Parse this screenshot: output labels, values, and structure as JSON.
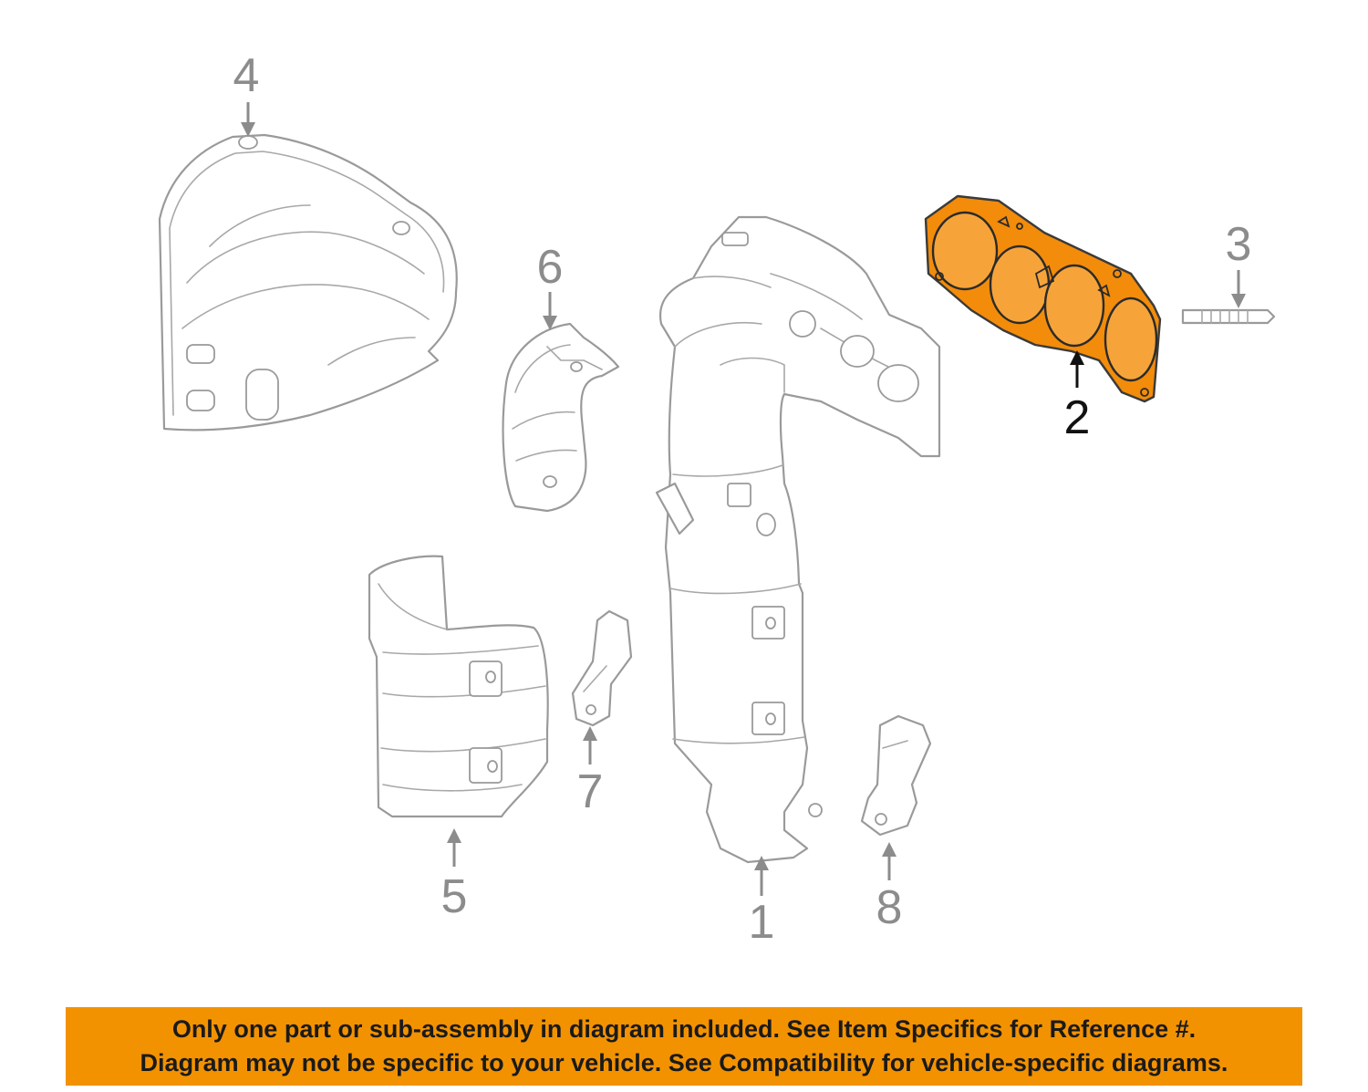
{
  "callouts": [
    {
      "id": "1",
      "label": "1",
      "part": "catalytic-converter-manifold",
      "highlighted": false
    },
    {
      "id": "2",
      "label": "2",
      "part": "exhaust-manifold-gasket",
      "highlighted": true
    },
    {
      "id": "3",
      "label": "3",
      "part": "stud",
      "highlighted": false
    },
    {
      "id": "4",
      "label": "4",
      "part": "upper-heat-shield",
      "highlighted": false
    },
    {
      "id": "5",
      "label": "5",
      "part": "lower-heat-shield",
      "highlighted": false
    },
    {
      "id": "6",
      "label": "6",
      "part": "heat-shield",
      "highlighted": false
    },
    {
      "id": "7",
      "label": "7",
      "part": "bracket",
      "highlighted": false
    },
    {
      "id": "8",
      "label": "8",
      "part": "support-bracket",
      "highlighted": false
    }
  ],
  "disclaimer": {
    "line1": "Only one part or sub-assembly in diagram included. See Item Specifics for Reference #.",
    "line2": "Diagram may not be specific to your vehicle. See Compatibility for vehicle-specific diagrams."
  },
  "colors": {
    "highlight_part": "#f28c0a",
    "banner": "#f39200",
    "line_art": "#9a9a9a",
    "callout_text": "#8c8c8c",
    "highlight_callout": "#111111"
  }
}
